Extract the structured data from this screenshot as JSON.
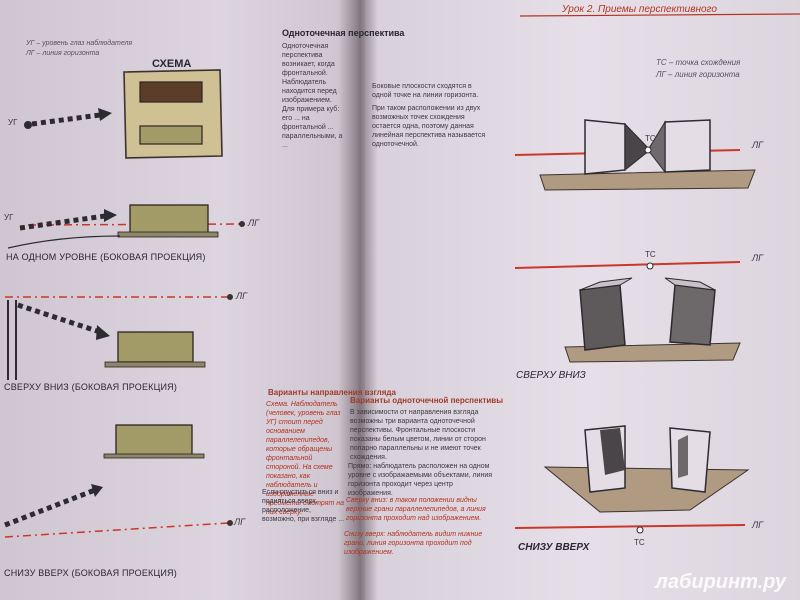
{
  "header": {
    "title": "Урок 2. Приемы перспективного"
  },
  "left_page": {
    "legend_line1": "УГ – уровень глаз наблюдателя",
    "legend_line2": "ЛГ – линия горизонта",
    "scheme_label": "СХЕМА",
    "ug_label": "УГ",
    "lg_label": "ЛГ",
    "caption_level": "НА ОДНОМ УРОВНЕ (БОКОВАЯ ПРОЕКЦИЯ)",
    "caption_top_down": "СВЕРХУ ВНИЗ (БОКОВАЯ ПРОЕКЦИЯ)",
    "caption_bottom_up": "СНИЗУ ВВЕРХ (БОКОВАЯ ПРОЕКЦИЯ)"
  },
  "middle_column": {
    "heading": "Одноточечная перспектива",
    "para1": "Одноточечная перспектива возникает, когда фронтальной. Наблюдатель находится перед изображением. Для примера куб: его ... на фронтальной ... параллельными, а ...",
    "para2": "Боковые плоскости сходятся в одной точке на линии горизонта.",
    "para3": "При таком расположении из двух возможных точек схождения остается одна, поэтому данная линейная перспектива называется одноточечной.",
    "variants_heading_left": "Варианты направления взгляда",
    "variants_text_left": "Схема. Наблюдатель (человек, уровень глаз УГ) стоит перед основанием параллелепипедов, которые обращены фронтальной стороной. На схеме показано, как наблюдатель и изображенные предметы смотрят на них сверху.",
    "variants_text_left2": "Если опуститься вниз и подняться вверх, расположение, возможно, при взгляде ...",
    "variants_heading_right": "Варианты одноточечной перспективы",
    "variants_text_right": "В зависимости от направления взгляда возможны три варианта одноточечной перспективы. Фронтальные плоскости показаны белым цветом, линии от сторон попарно параллельны и не имеют точек схождения.",
    "option_straight": "Прямо: наблюдатель расположен на одном уровне с изображаемыми объектами, линия горизонта проходит через центр изображения.",
    "option_top_down": "Сверху вниз: в таком положении видны верхние грани параллелепипедов, а линия горизонта проходит над изображением.",
    "option_bottom_up": "Снизу вверх: наблюдатель видит нижние грани, линия горизонта проходит под изображением."
  },
  "right_page": {
    "legend_tc": "ТС – точка схождения",
    "legend_lg": "ЛГ – линия горизонта",
    "tc_label": "ТС",
    "lg_label": "ЛГ",
    "caption_top_down": "СВЕРХУ ВНИЗ",
    "caption_bottom_up": "СНИЗУ ВВЕРХ"
  },
  "watermark": "лабиринт.ру",
  "colors": {
    "horizon_red": "#c9382a",
    "box_olive": "#8c8660",
    "box_dark": "#5f584a",
    "floor": "#b09a82"
  }
}
